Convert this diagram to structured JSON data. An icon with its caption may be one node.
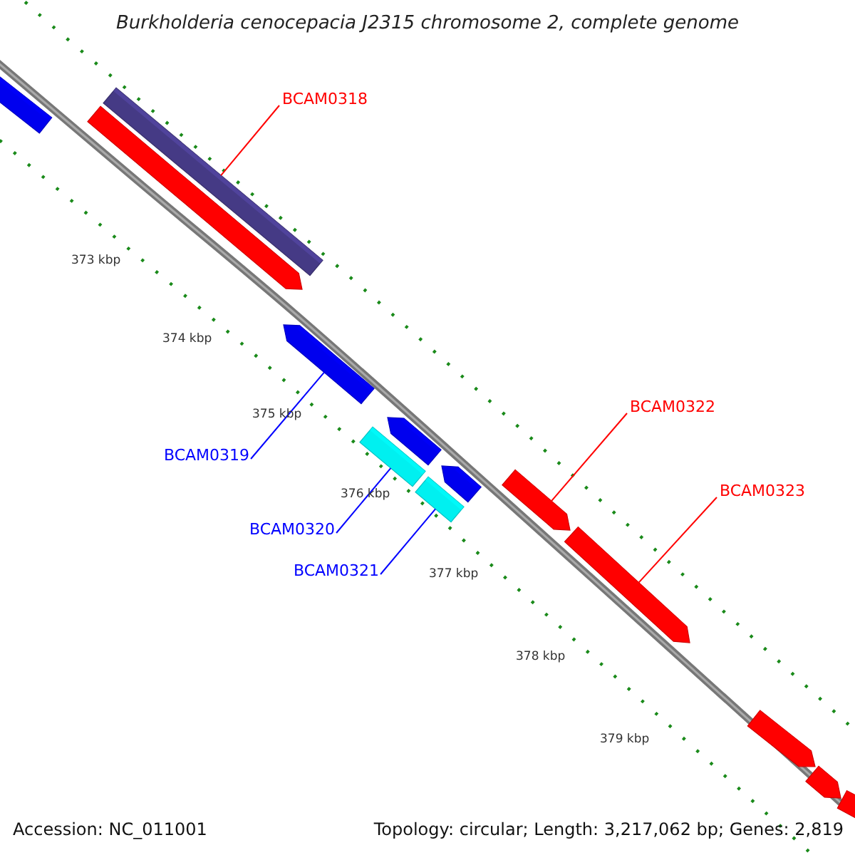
{
  "diagram": {
    "title": "Burkholderia cenocepacia J2315 chromosome 2, complete genome",
    "nodes": [
      {
        "text": [],
        "shape": "bar"
      },
      {
        "text": [
          "BCAM0318"
        ]
      },
      {
        "text": [],
        "shape": "bar"
      },
      {
        "text": [],
        "shape": "bar"
      },
      {
        "text": [],
        "shape": "bar"
      },
      {
        "text": [
          "BCAM0319"
        ]
      },
      {
        "text": [],
        "shape": "bar"
      },
      {
        "text": [],
        "shape": "bar"
      },
      {
        "text": [],
        "shape": "bar"
      },
      {
        "text": [
          "BCAM0320"
        ]
      },
      {
        "text": [
          "BCAM0321"
        ]
      },
      {
        "text": [],
        "shape": "bar"
      },
      {
        "text": [],
        "shape": "bar"
      },
      {
        "text": [
          "BCAM0322"
        ]
      },
      {
        "text": [
          "BCAM0323"
        ]
      },
      {
        "text": [],
        "shape": "bar"
      },
      {
        "text": [],
        "shape": "bar"
      },
      {
        "text": [],
        "shape": "bar"
      },
      {
        "text": [],
        "shape": "bar"
      }
    ],
    "edges": [
      {
        "from": 1,
        "to": 2,
        "arrow": "none"
      },
      {
        "from": 5,
        "to": 4,
        "arrow": "none",
        "color": "#0000ff"
      },
      {
        "from": 9,
        "to": 8,
        "arrow": "none",
        "color": "#0000ff"
      },
      {
        "from": 10,
        "to": 11,
        "arrow": "none",
        "color": "#0000ff"
      },
      {
        "from": 13,
        "to": 12,
        "arrow": "none"
      },
      {
        "from": 14,
        "to": 15,
        "arrow": "none"
      }
    ],
    "labels": [
      "373 kbp",
      "374 kbp",
      "375 kbp",
      "376 kbp",
      "377 kbp",
      "378 kbp",
      "379 kbp",
      "Accession: NC_011001",
      "Topology: circular; Length: 3,217,062 bp; Genes: 2,819"
    ]
  }
}
